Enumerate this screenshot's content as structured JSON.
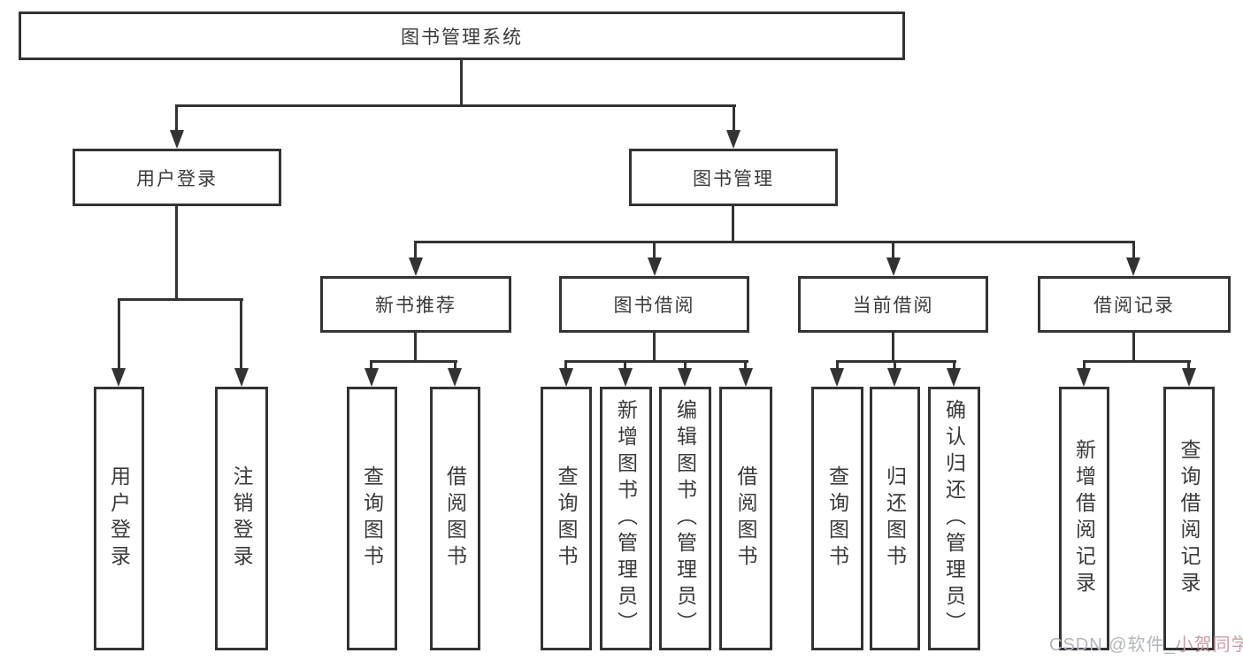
{
  "title": "图书管理系统",
  "level2": {
    "user_login": "用户登录",
    "book_mgmt": "图书管理"
  },
  "level3": {
    "new_books": "新书推荐",
    "borrow": "图书借阅",
    "current": "当前借阅",
    "records": "借阅记录"
  },
  "leaves": {
    "user_login": [
      "用户登录",
      "注销登录"
    ],
    "new_books": [
      "查询图书",
      "借阅图书"
    ],
    "borrow": [
      "查询图书",
      "新增图书（管理员）",
      "编辑图书（管理员）",
      "借阅图书"
    ],
    "current": [
      "查询图书",
      "归还图书",
      "确认归还（管理员）"
    ],
    "records": [
      "新增借阅记录",
      "查询借阅记录"
    ]
  },
  "watermark": {
    "prefix": "CSDN @软件_",
    "suffix": "小贺同学"
  },
  "colors": {
    "line": "#333333",
    "text": "#3a3a3a",
    "watermark_gray": "#b2b6bd",
    "watermark_red": "#c79fa4"
  }
}
